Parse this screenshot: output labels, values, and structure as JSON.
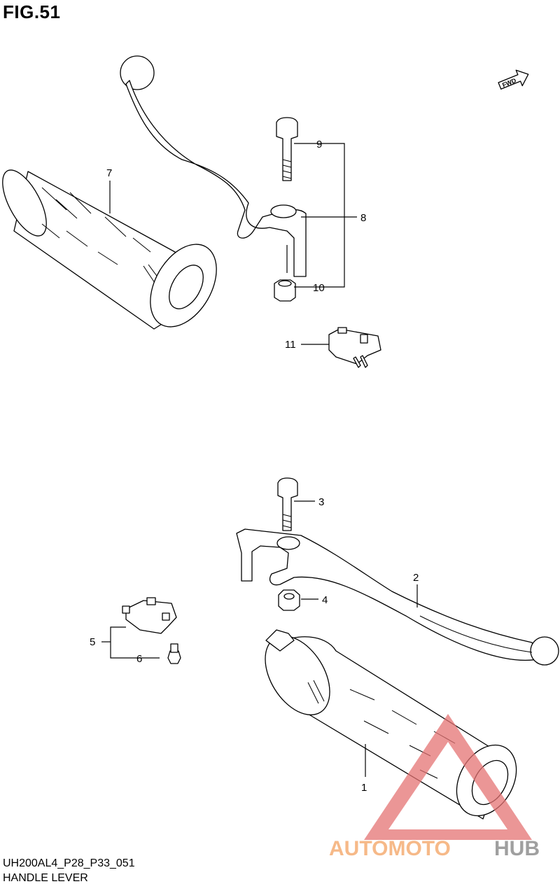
{
  "figure": {
    "title": "FIG.51",
    "code": "UH200AL4_P28_P33_051",
    "name": "HANDLE LEVER",
    "direction_label": "FWD"
  },
  "callouts": [
    "1",
    "2",
    "3",
    "4",
    "5",
    "6",
    "7",
    "8",
    "9",
    "10",
    "11"
  ],
  "watermark": {
    "part1": "AUTOMOTO",
    "part2": "HUB",
    "color_primary": "#f4a261",
    "color_secondary": "#808080",
    "color_triangle": "#e57373"
  }
}
